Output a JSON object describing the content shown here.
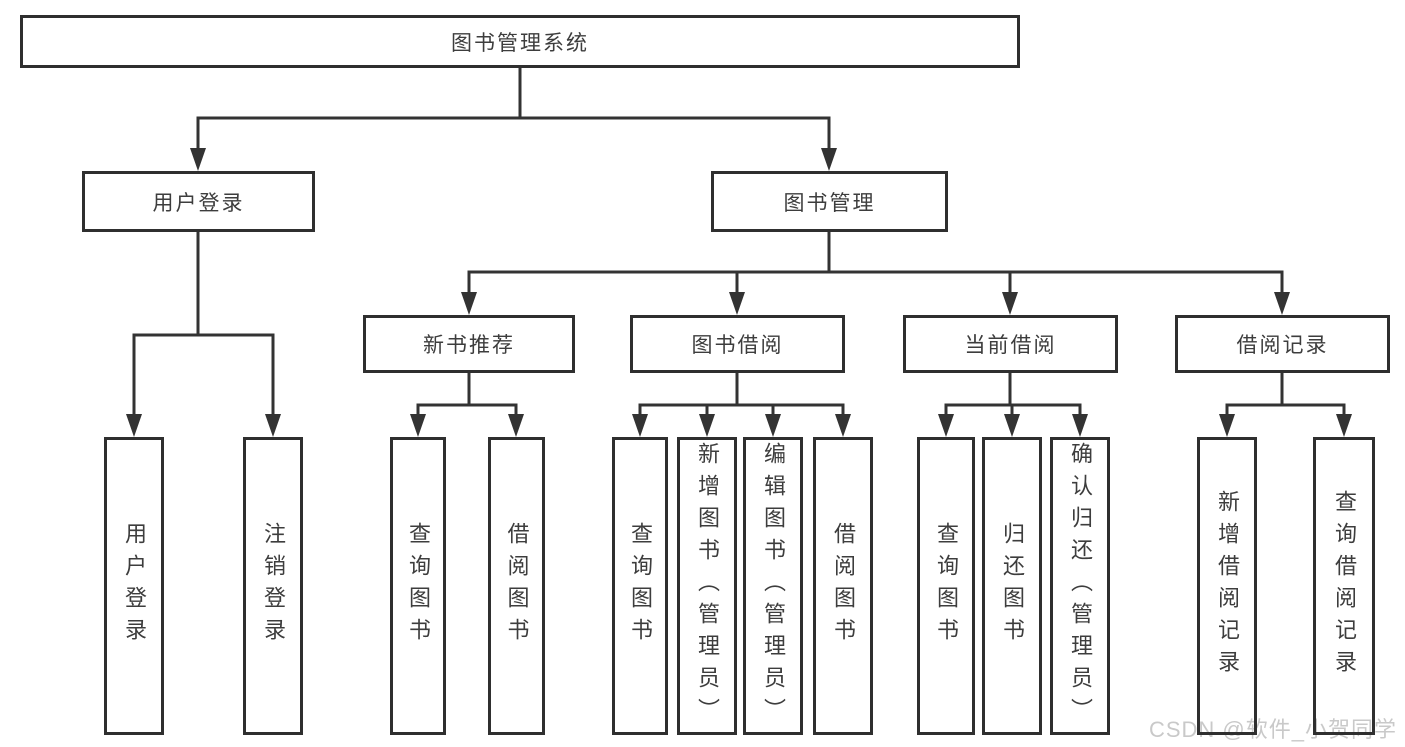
{
  "title": "图书管理系统",
  "nodes": {
    "root": {
      "label": "图书管理系统"
    },
    "user_login": {
      "label": "用户登录"
    },
    "book_management": {
      "label": "图书管理"
    },
    "new_book_recommend": {
      "label": "新书推荐"
    },
    "book_borrow": {
      "label": "图书借阅"
    },
    "current_borrow": {
      "label": "当前借阅"
    },
    "borrow_record": {
      "label": "借阅记录"
    },
    "leaf_user_login": {
      "label": "用户登录"
    },
    "leaf_logout": {
      "label": "注销登录"
    },
    "leaf_nbr_query": {
      "label": "查询图书"
    },
    "leaf_nbr_borrow": {
      "label": "借阅图书"
    },
    "leaf_bb_query": {
      "label": "查询图书"
    },
    "leaf_bb_add": {
      "label": "新增图书（管理员）"
    },
    "leaf_bb_edit": {
      "label": "编辑图书（管理员）"
    },
    "leaf_bb_borrow": {
      "label": "借阅图书"
    },
    "leaf_cb_query": {
      "label": "查询图书"
    },
    "leaf_cb_return": {
      "label": "归还图书"
    },
    "leaf_cb_confirm": {
      "label": "确认归还（管理员）"
    },
    "leaf_br_add": {
      "label": "新增借阅记录"
    },
    "leaf_br_query": {
      "label": "查询借阅记录"
    }
  },
  "hierarchy": {
    "图书管理系统": {
      "用户登录": [
        "用户登录",
        "注销登录"
      ],
      "图书管理": {
        "新书推荐": [
          "查询图书",
          "借阅图书"
        ],
        "图书借阅": [
          "查询图书",
          "新增图书（管理员）",
          "编辑图书（管理员）",
          "借阅图书"
        ],
        "当前借阅": [
          "查询图书",
          "归还图书",
          "确认归还（管理员）"
        ],
        "借阅记录": [
          "新增借阅记录",
          "查询借阅记录"
        ]
      }
    }
  },
  "watermark": "CSDN @软件_小贺同学",
  "colors": {
    "line": "#333333",
    "box_border": "#2f2f2f",
    "text": "#3d3d3d",
    "watermark": "#c9c9c9",
    "background": "#ffffff"
  }
}
